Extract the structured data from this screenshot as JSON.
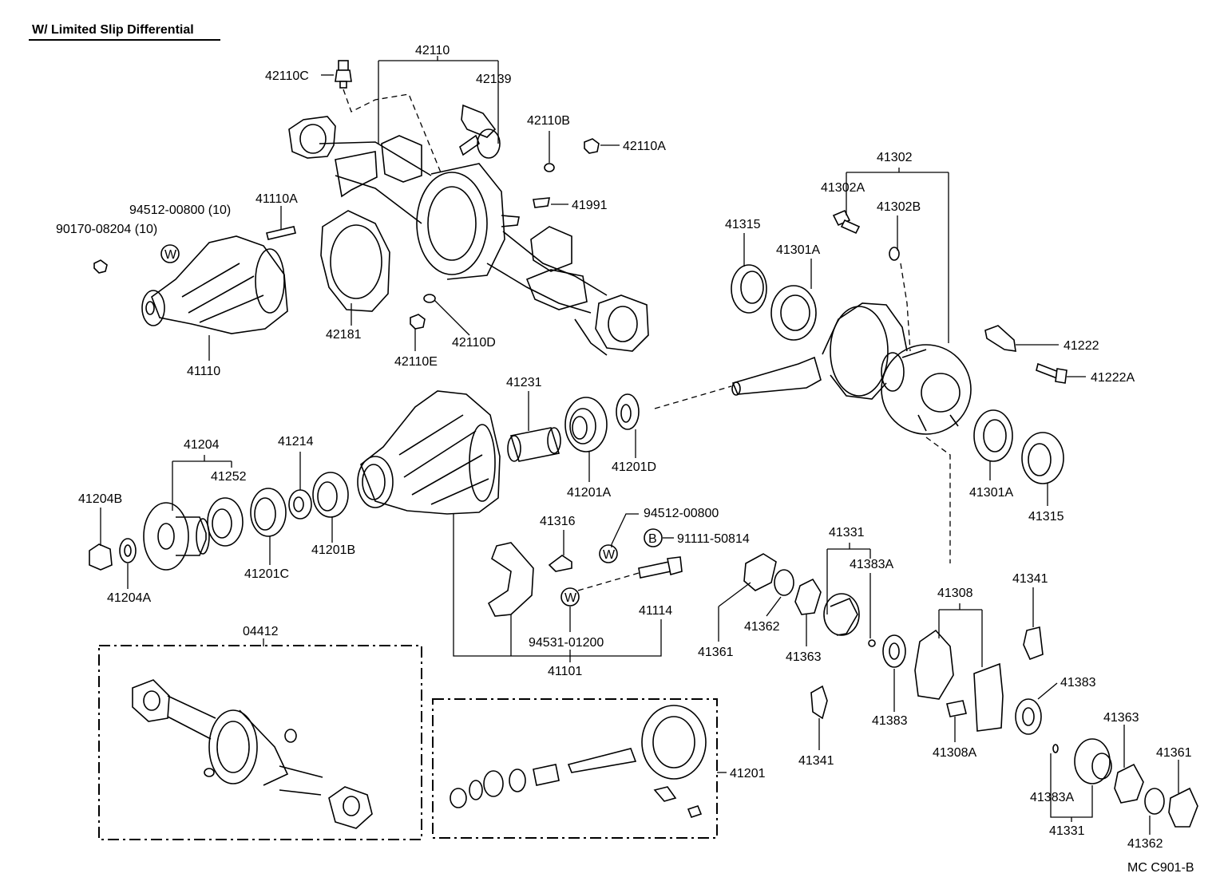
{
  "title": "W/ Limited Slip Differential",
  "figure_code": "MC  C901-B",
  "symbols": {
    "w": "W",
    "b": "B"
  },
  "callouts": {
    "c42110": "42110",
    "c42110C": "42110C",
    "c42139": "42139",
    "c42110B": "42110B",
    "c42110A": "42110A",
    "c41991": "41991",
    "c94512_10": "94512-00800 (10)",
    "c90170_10": "90170-08204 (10)",
    "c41110A": "41110A",
    "c41110": "41110",
    "c42181": "42181",
    "c42110D": "42110D",
    "c42110E": "42110E",
    "c41302": "41302",
    "c41302A": "41302A",
    "c41302B": "41302B",
    "c41315a": "41315",
    "c41301Aa": "41301A",
    "c41222": "41222",
    "c41222A": "41222A",
    "c41301Ab": "41301A",
    "c41315b": "41315",
    "c41231": "41231",
    "c41201A": "41201A",
    "c41201D": "41201D",
    "c41204": "41204",
    "c41252": "41252",
    "c41214": "41214",
    "c41204B": "41204B",
    "c41204A": "41204A",
    "c41201C": "41201C",
    "c41201B": "41201B",
    "c41316": "41316",
    "c94512": "94512-00800",
    "c91111": "91111-50814",
    "c41114": "41114",
    "c94531": "94531-01200",
    "c41101": "41101",
    "c41331a": "41331",
    "c41383Aa": "41383A",
    "c41361a": "41361",
    "c41362a": "41362",
    "c41363a": "41363",
    "c41308": "41308",
    "c41341a": "41341",
    "c41383a": "41383",
    "c41383b": "41383",
    "c41308A": "41308A",
    "c41341b": "41341",
    "c41363b": "41363",
    "c41361b": "41361",
    "c41383Ab": "41383A",
    "c41331b": "41331",
    "c41362b": "41362",
    "c04412": "04412",
    "c41201": "41201"
  }
}
